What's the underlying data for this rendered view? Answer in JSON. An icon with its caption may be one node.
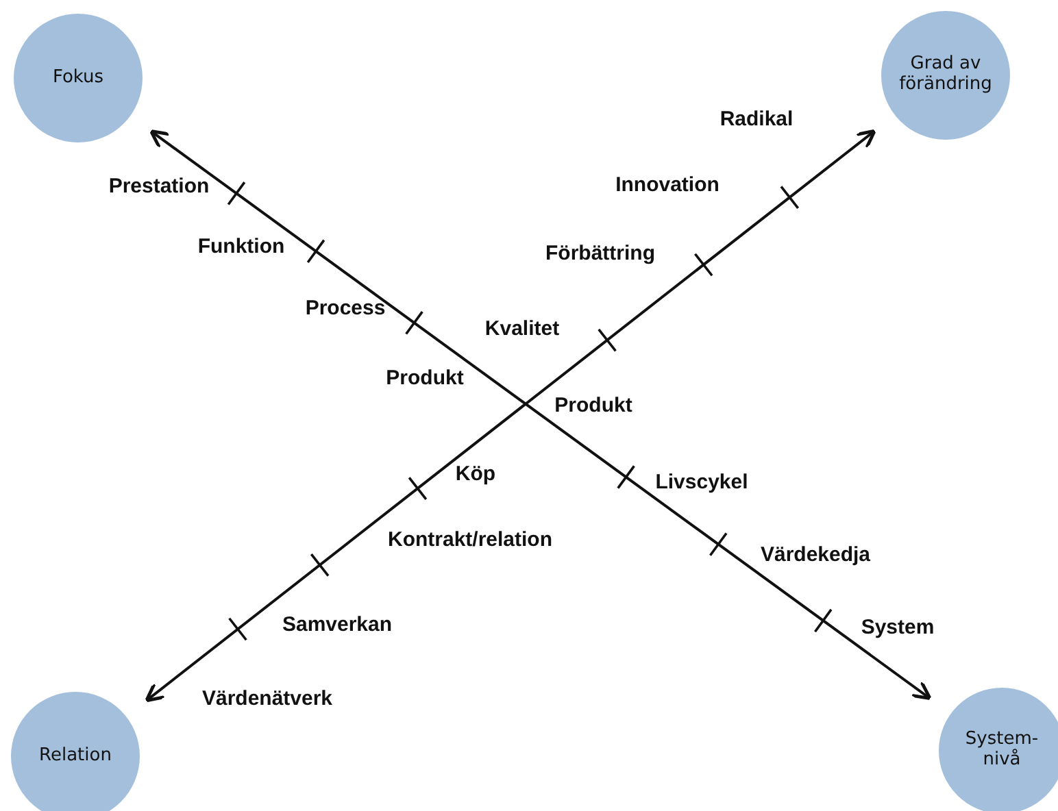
{
  "diagram": {
    "nodes": [
      {
        "text": [
          "Fokus"
        ]
      },
      {
        "text": [
          "Grad av förändring"
        ]
      },
      {
        "text": [
          "Relation"
        ]
      },
      {
        "text": [
          "System- nivå"
        ]
      }
    ],
    "edges": [
      {
        "from": 0,
        "to": 3,
        "arrow": "both"
      },
      {
        "from": 2,
        "to": 1,
        "arrow": "both"
      }
    ],
    "labels": [
      "Radikal",
      "Prestation",
      "Innovation",
      "Funktion",
      "Förbättring",
      "Process",
      "Kvalitet",
      "Produkt",
      "Produkt",
      "Köp",
      "Livscykel",
      "Kontrakt/relation",
      "Värdekedja",
      "Samverkan",
      "System",
      "Värdenätverk"
    ]
  }
}
